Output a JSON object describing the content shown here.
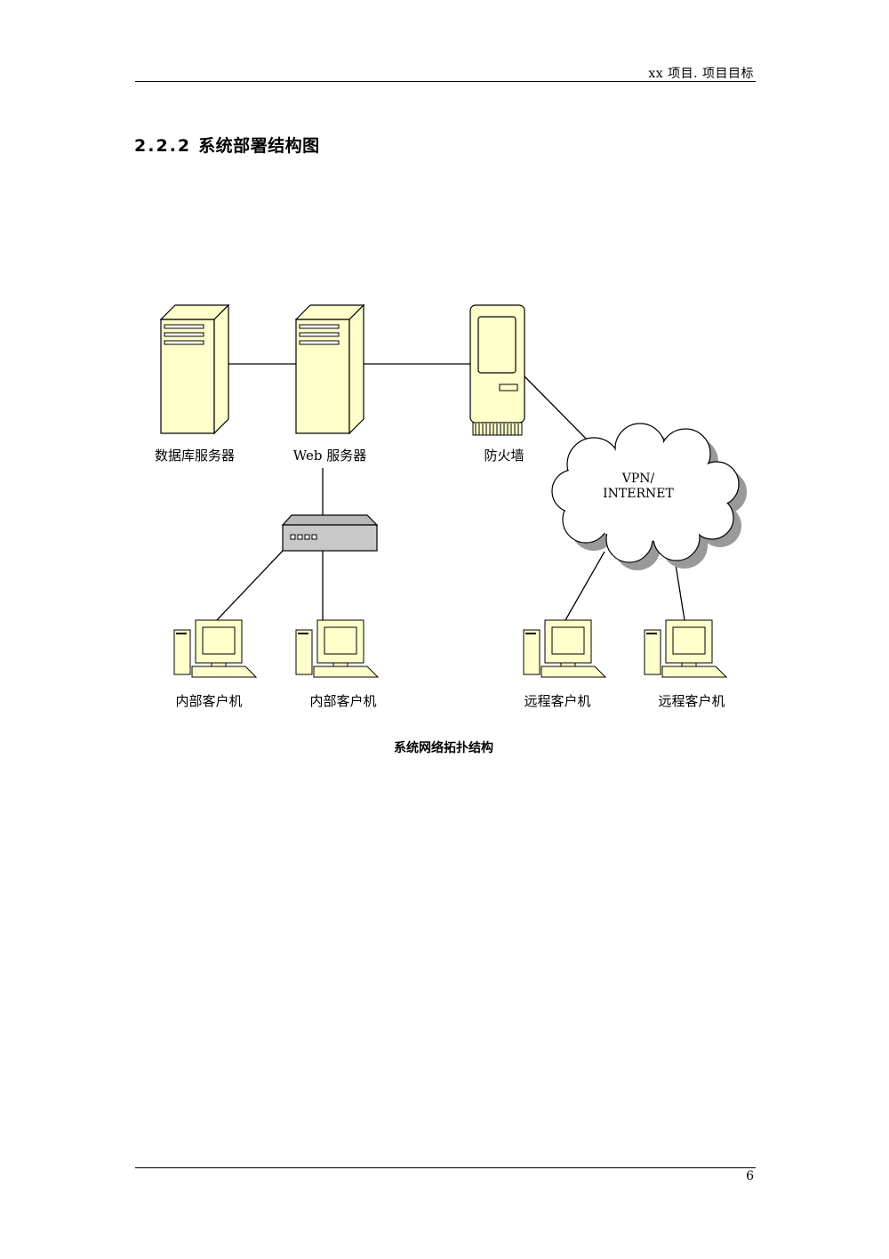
{
  "header": {
    "title": "xx 项目. 项目目标"
  },
  "section": {
    "number": "2.2.2",
    "title": "系统部署结构图"
  },
  "diagram": {
    "nodes": {
      "db_server": "数据库服务器",
      "web_server": "Web 服务器",
      "firewall": "防火墙",
      "cloud": [
        "VPN/",
        "INTERNET"
      ],
      "client_internal_1": "内部客户机",
      "client_internal_2": "内部客户机",
      "client_remote_1": "远程客户机",
      "client_remote_2": "远程客户机"
    },
    "caption": "系统网络拓扑结构",
    "colors": {
      "device_fill": "#ffffcc",
      "switch_fill": "#c8c8c8",
      "cloud_shadow": "#999999",
      "line": "#000000"
    }
  },
  "footer": {
    "page_number": "6"
  }
}
